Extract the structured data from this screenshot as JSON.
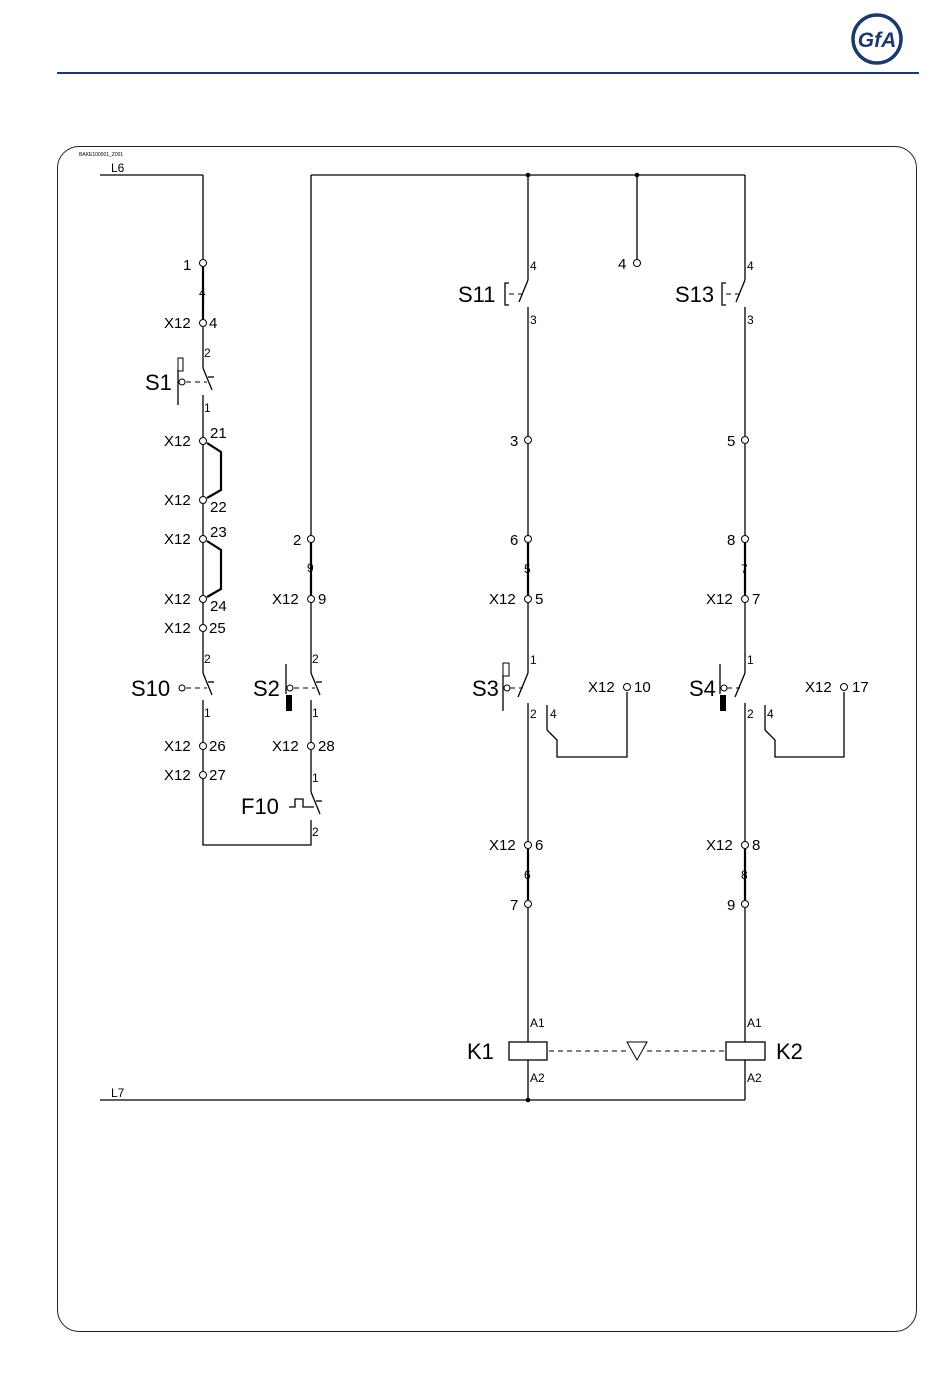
{
  "header": {
    "logo_text": "GfA",
    "brand_color": "#1b3a6b"
  },
  "diagram": {
    "drawing_id": "BAKE100001_Z001",
    "rails": {
      "top": "L6",
      "bottom": "L7"
    },
    "col_a": {
      "t1": "1",
      "w4": "4",
      "x12_4": "X12",
      "n4": "4",
      "s1": "S1",
      "s1_top": "2",
      "s1_bot": "1",
      "x12_21": "X12",
      "n21": "21",
      "x12_22": "X12",
      "n22": "22",
      "x12_23": "X12",
      "n23": "23",
      "x12_24": "X12",
      "n24": "24",
      "x12_25": "X12",
      "n25": "25",
      "s10": "S10",
      "s10_top": "2",
      "s10_bot": "1",
      "x12_26": "X12",
      "n26": "26",
      "x12_27": "X12",
      "n27": "27"
    },
    "col_b": {
      "t2": "2",
      "w9": "9",
      "x12_9": "X12",
      "n9": "9",
      "s2": "S2",
      "s2_top": "2",
      "s2_bot": "1",
      "x12_28": "X12",
      "n28": "28",
      "f10": "F10",
      "f10_top": "1",
      "f10_bot": "2"
    },
    "col_c": {
      "s11": "S11",
      "s11_top": "4",
      "s11_bot": "3",
      "t3": "3",
      "t6": "6",
      "w5": "5",
      "x12_5": "X12",
      "n5": "5",
      "s3": "S3",
      "s3_1": "1",
      "s3_2": "2",
      "s3_4": "4",
      "x12_10": "X12",
      "n10": "10",
      "x12_6": "X12",
      "n6": "6",
      "w6": "6",
      "t7": "7",
      "k1": "K1",
      "k1_a1": "A1",
      "k1_a2": "A2"
    },
    "col_mid": {
      "t4": "4"
    },
    "col_d": {
      "s13": "S13",
      "s13_top": "4",
      "s13_bot": "3",
      "t5": "5",
      "t8": "8",
      "w7": "7",
      "x12_7": "X12",
      "n7": "7",
      "s4": "S4",
      "s4_1": "1",
      "s4_2": "2",
      "s4_4": "4",
      "x12_17": "X12",
      "n17": "17",
      "x12_8": "X12",
      "n8": "8",
      "w8": "8",
      "t9": "9",
      "k2": "K2",
      "k2_a1": "A1",
      "k2_a2": "A2"
    }
  }
}
